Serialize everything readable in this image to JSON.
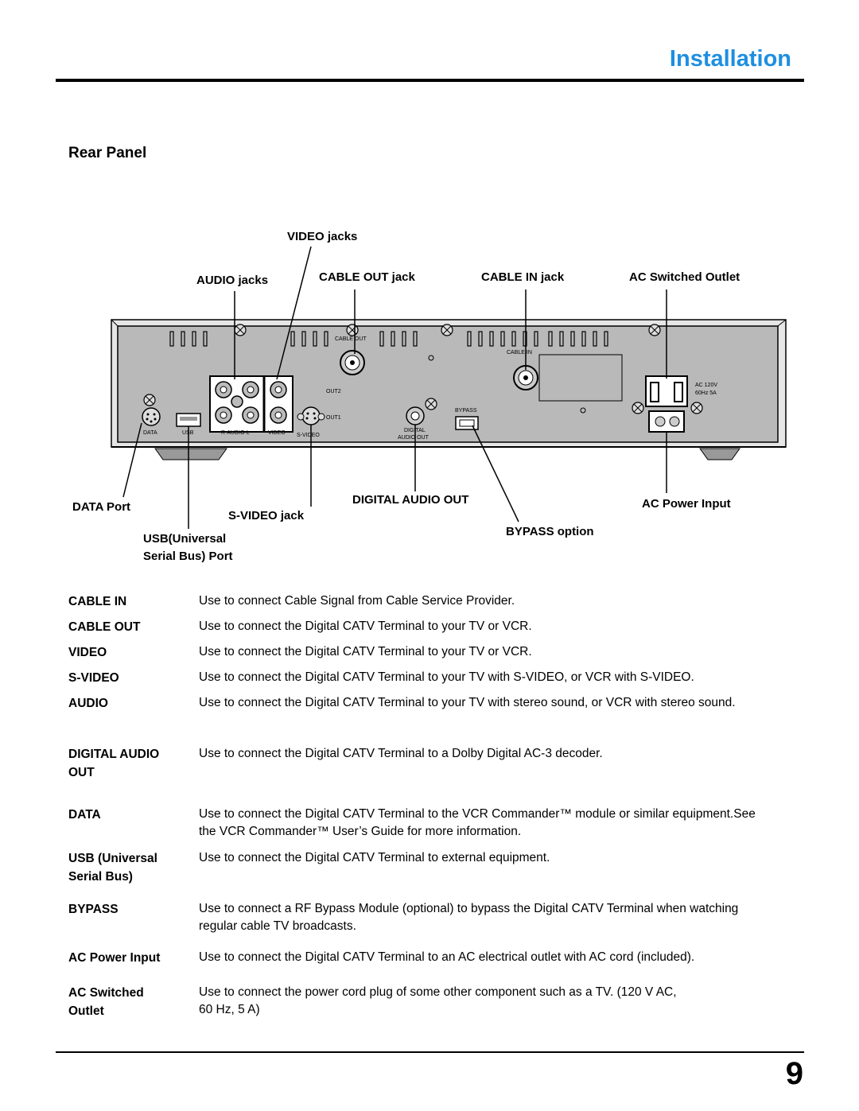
{
  "header": {
    "title": "Installation"
  },
  "section": {
    "title": "Rear Panel"
  },
  "diagram": {
    "callouts": {
      "video_jacks": "VIDEO jacks",
      "audio_jacks": "AUDIO jacks",
      "cable_out_jack": "CABLE OUT jack",
      "cable_in_jack": "CABLE IN jack",
      "ac_switched_outlet": "AC Switched Outlet",
      "data_port": "DATA Port",
      "s_video_jack": "S-VIDEO jack",
      "digital_audio_out": "DIGITAL AUDIO OUT",
      "ac_power_input": "AC Power Input",
      "bypass_option": "BYPASS option",
      "usb_port_line1": "USB(Universal",
      "usb_port_line2": "Serial Bus) Port"
    },
    "panel_text": {
      "cable_out": "CABLE OUT",
      "cable_in": "CABLE IN",
      "out2": "OUT2",
      "out1": "OUT1",
      "bypass": "BYPASS",
      "ac_rating_1": "AC 120V",
      "ac_rating_2": "60Hz 5A",
      "data": "DATA",
      "usb": "USB",
      "r_audio_l": "R-AUDIO-L",
      "video": "VIDEO",
      "s_video": "S-VIDEO",
      "digital": "DIGITAL",
      "audio_out": "AUDIO OUT"
    }
  },
  "definitions": [
    {
      "term": "CABLE IN",
      "desc": "Use to connect Cable Signal from Cable Service Provider."
    },
    {
      "term": "CABLE OUT",
      "desc": "Use to connect the Digital CATV Terminal to your TV or VCR."
    },
    {
      "term": "VIDEO",
      "desc": "Use to connect the Digital CATV Terminal to your TV or VCR."
    },
    {
      "term": "S-VIDEO",
      "desc": "Use to connect the Digital CATV Terminal to your TV with S-VIDEO, or VCR with S-VIDEO."
    },
    {
      "term": "AUDIO",
      "desc": "Use to connect the Digital CATV Terminal to your TV with stereo sound, or VCR with stereo sound."
    },
    {
      "term": "DIGITAL AUDIO OUT",
      "desc": "Use to connect the Digital CATV Terminal to a Dolby Digital AC-3 decoder."
    },
    {
      "term": "DATA",
      "desc": "Use to connect the Digital CATV Terminal to the VCR Commander™ module or similar equipment.See the  VCR Commander™ User’s Guide for more information."
    },
    {
      "term": "USB (Universal Serial Bus)",
      "desc": "Use to connect the Digital CATV Terminal to external equipment."
    },
    {
      "term": "BYPASS",
      "desc": "Use to connect a RF Bypass Module (optional) to bypass the Digital CATV Terminal when watching regular cable TV broadcasts."
    },
    {
      "term": "AC Power Input",
      "desc": "Use to connect the Digital CATV Terminal to an AC electrical outlet with AC cord (included)."
    },
    {
      "term": "AC Switched Outlet",
      "desc": "Use to connect the power cord plug of some other component such as a TV. (120 V AC, 60 Hz, 5 A)"
    }
  ],
  "footer": {
    "page_number": "9"
  }
}
